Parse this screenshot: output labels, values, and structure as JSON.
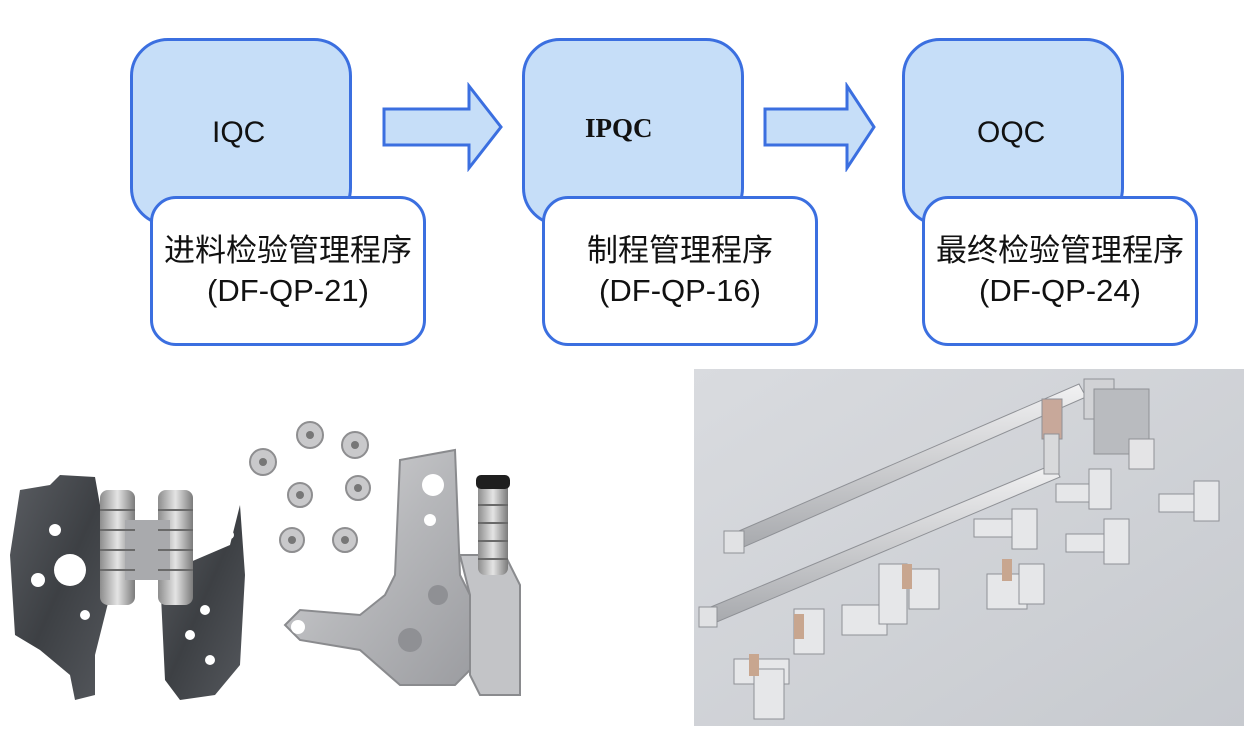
{
  "stages": [
    {
      "title": "IQC",
      "name_cn": "进料检验管理程序",
      "code": "(DF-QP-21)"
    },
    {
      "title": "IPQC",
      "name_cn": "制程管理程序",
      "code": "(DF-QP-16)"
    },
    {
      "title": "OQC",
      "name_cn": "最终检验管理程序",
      "code": "(DF-QP-24)"
    }
  ],
  "colors": {
    "box_fill": "#c6def8",
    "border": "#3b6fe0",
    "arrow_fill": "#c6def8"
  },
  "images": [
    "laptop-hinges-photo",
    "hinge-assortment-photo"
  ]
}
